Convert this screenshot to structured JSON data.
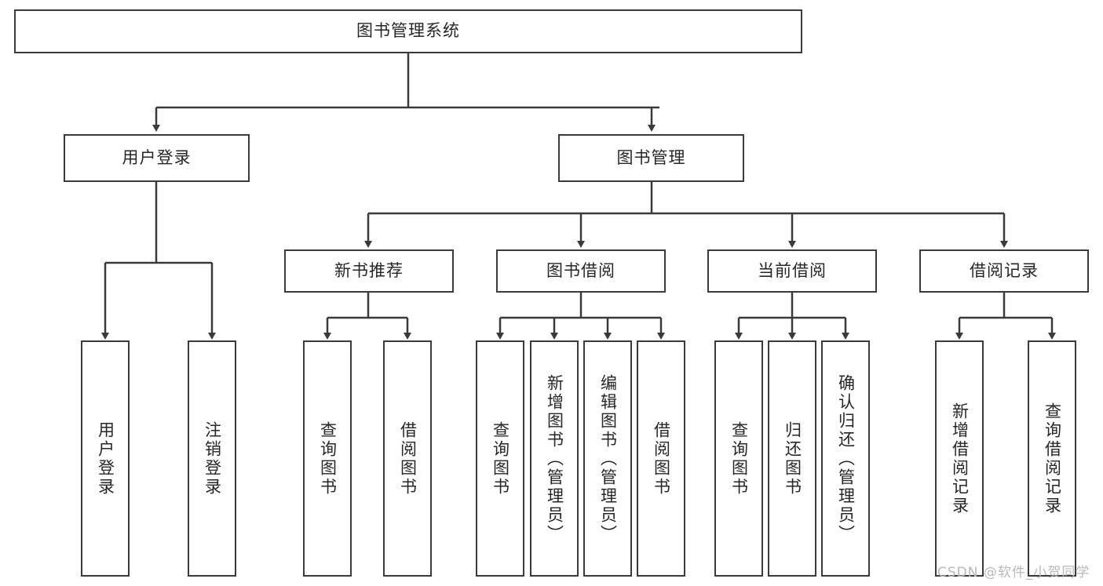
{
  "diagram": {
    "type": "tree-hierarchy-chart",
    "root": {
      "label": "图书管理系统"
    },
    "level1": [
      {
        "label": "用户登录"
      },
      {
        "label": "图书管理"
      }
    ],
    "level2": [
      {
        "label": "新书推荐"
      },
      {
        "label": "图书借阅"
      },
      {
        "label": "当前借阅"
      },
      {
        "label": "借阅记录"
      }
    ],
    "leaves": {
      "user_login": [
        {
          "label": "用户登录"
        },
        {
          "label": "注销登录"
        }
      ],
      "new_book_recommend": [
        {
          "label": "查询图书"
        },
        {
          "label": "借阅图书"
        }
      ],
      "book_borrow": [
        {
          "label": "查询图书"
        },
        {
          "label": "新增图书（管理员）"
        },
        {
          "label": "编辑图书（管理员）"
        },
        {
          "label": "借阅图书"
        }
      ],
      "current_borrow": [
        {
          "label": "查询图书"
        },
        {
          "label": "归还图书"
        },
        {
          "label": "确认归还（管理员）"
        }
      ],
      "borrow_record": [
        {
          "label": "新增借阅记录"
        },
        {
          "label": "查询借阅记录"
        }
      ]
    }
  },
  "watermark": {
    "text": "CSDN @软件_小贺同学"
  },
  "colors": {
    "stroke": "#3a3a3a",
    "text": "#262626",
    "background": "#ffffff",
    "watermark": "#b9b9b9"
  }
}
